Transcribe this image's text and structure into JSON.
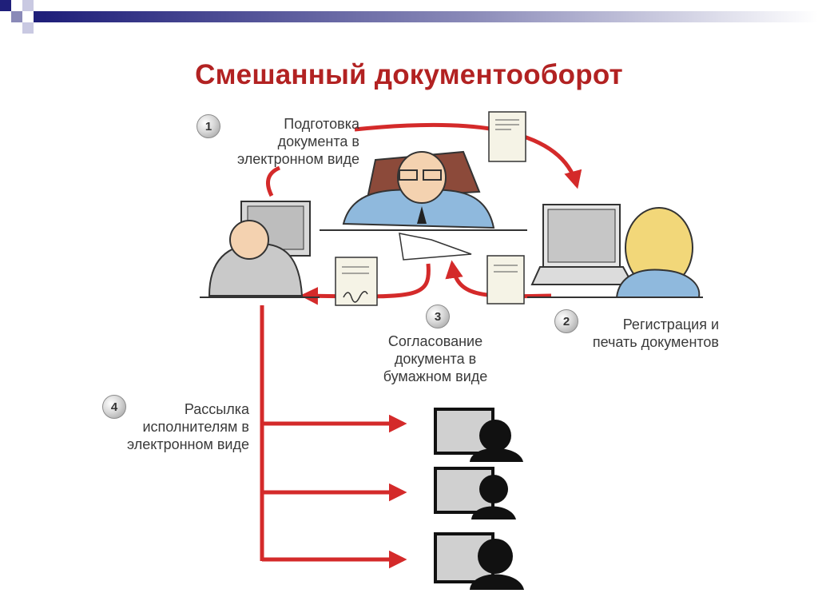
{
  "title": "Смешанный документооборот",
  "steps": [
    {
      "number": "1",
      "label_lines": [
        "Подготовка",
        "документа в",
        "электронном виде"
      ]
    },
    {
      "number": "2",
      "label_lines": [
        "Регистрация и",
        "печать документов"
      ]
    },
    {
      "number": "3",
      "label_lines": [
        "Согласование",
        "документа в",
        "бумажном виде"
      ]
    },
    {
      "number": "4",
      "label_lines": [
        "Рассылка",
        "исполнителям в",
        "электронном виде"
      ]
    }
  ],
  "colors": {
    "title": "#b22222",
    "arrow": "#d42a2a",
    "header_bar": "#1f1f7a",
    "desk_line": "#333333"
  }
}
